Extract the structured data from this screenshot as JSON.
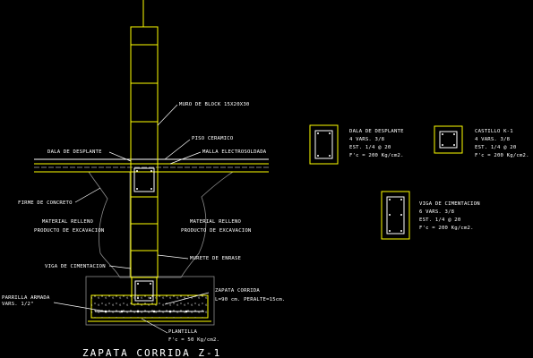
{
  "title": "ZAPATA CORRIDA Z-1",
  "labels": {
    "muro": "MURO DE BLOCK 15X20X30",
    "piso": "PISO CERAMICO",
    "dala": "DALA DE DESPLANTE",
    "malla": "MALLA ELECTROSOLDADA",
    "firme": "FIRME DE CONCRETO",
    "relleno_left_1": "MATERIAL RELLENO",
    "relleno_left_2": "PRODUCTO DE EXCAVACION",
    "relleno_right_1": "MATERIAL RELLENO",
    "relleno_right_2": "PRODUCTO DE EXCAVACION",
    "viga": "VIGA DE CIMENTACION",
    "murete": "MURETE DE ENRASE",
    "parrilla_1": "PARRILLA ARMADA",
    "parrilla_2": "VARS. 1/2\"",
    "zapata_1": "ZAPATA CORRIDA",
    "zapata_2": "L=90 cm. PERALTE=15cm.",
    "plantilla_1": "PLANTILLA",
    "plantilla_2": "F'c = 50 Kg/cm2."
  },
  "sections": {
    "dala": {
      "title": "DALA DE DESPLANTE",
      "line1": "4 VARS. 3/8",
      "line2": "EST. 1/4 @ 20",
      "line3": "F'c = 200 Kg/cm2."
    },
    "castillo": {
      "title": "CASTILLO K-1",
      "line1": "4 VARS. 3/8",
      "line2": "EST. 1/4 @ 20",
      "line3": "F'c = 200 Kg/cm2."
    },
    "viga": {
      "title": "VIGA DE CIMENTACION",
      "line1": "6 VARS. 3/8",
      "line2": "EST. 1/4 @ 20",
      "line3": "F'c = 200 Kg/cm2."
    }
  },
  "colors": {
    "background": "#000000",
    "structure": "#ffff00",
    "rebar": "#ffffff",
    "hatch": "#8c8c8c",
    "reinforcement_block": "#ff3b2f"
  }
}
